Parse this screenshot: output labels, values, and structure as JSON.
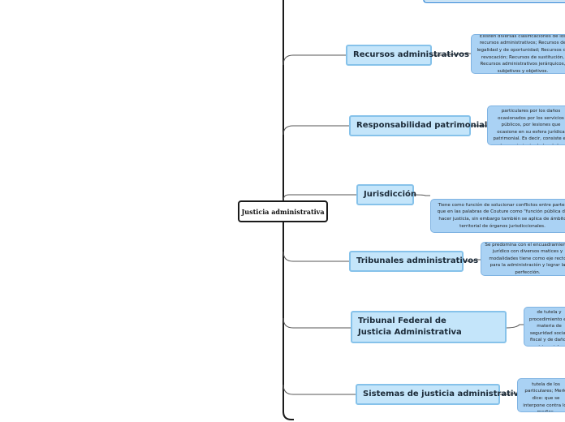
{
  "root": {
    "label": "Justicia administrativa"
  },
  "topics": [
    {
      "label": "Recursos administrativos"
    },
    {
      "label": "Responsabilidad patrimonial"
    },
    {
      "label": "Jurisdicción"
    },
    {
      "label": "Tribunales administrativos"
    },
    {
      "label": "Tribunal Federal de Justicia Administrativa"
    },
    {
      "label": "Sistemas de justicia administrativa"
    }
  ],
  "notes": [
    {
      "text": "Existen diversas clasificaciones de los recursos administrativos; Recursos de legalidad y de oportunidad; Recursos de revocación; Recursos de sustitución, Recursos administrativos jerárquicos, subjetivos y objetivos."
    },
    {
      "text": "Es la reparación que en dinero o en especie hace el Estado a los particulares por los daños ocasionados por los servicios públicos, por lesiones que ocasione en su esfera jurídica patrimonial. Es decir, consiste en el resarcimiento de los daños causados al particular."
    },
    {
      "text": "Tiene como función de solucionar conflictos entre partes que en las palabras de Couture como \"función pública de hacer justicia, sin embargo también se aplica de ámbito territorial de órganos jurisdiccionales."
    },
    {
      "text": "Se predomina con el encuadramiento jurídico con diversos matices y modalidades tiene como eje recto para la administración y lograr la perfección."
    },
    {
      "text": "Es un instrumento de tutela y procedimiento en materia de seguridad social, fiscal y de daños patrimoniales."
    },
    {
      "text": "Es un instrumento de tutela de los particulares; Merkl dice: que se interpone contra los medios."
    }
  ]
}
